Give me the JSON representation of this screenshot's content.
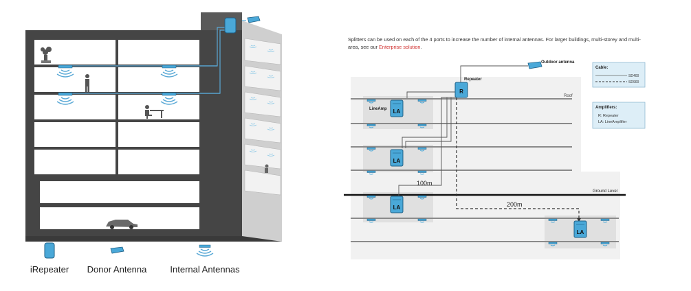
{
  "colors": {
    "device_blue": "#4aa8d8",
    "device_stroke": "#1d5f86",
    "cable_blue": "#5aa9d6",
    "building_dark": "#454545",
    "building_light": "#cfcfcf",
    "floor_line": "#8a8a8a",
    "link": "#d0302f"
  },
  "left_diagram": {
    "legend": {
      "repeater": "iRepeater",
      "donor": "Donor Antenna",
      "internal": "Internal Antennas"
    },
    "icons": {
      "repeater": "repeater-box-icon",
      "donor": "donor-antenna-icon",
      "internal": "internal-antenna-icon",
      "plant": "plant-icon",
      "person_standing": "person-standing-icon",
      "person_seated": "person-at-desk-icon",
      "car": "car-icon"
    }
  },
  "right_diagram": {
    "intro_text": "Splitters can be used on each of the 4 ports to increase the number of internal antennas. For larger buildings, multi-storey and multi-area, see our ",
    "intro_link": "Enterprise solution",
    "intro_end": ".",
    "labels": {
      "outdoor_antenna": "Outdoor antenna",
      "repeater": "Repeater",
      "repeater_letter": "R",
      "roof": "Roof",
      "lineamp": "LineAmp",
      "la": "LA",
      "ground_level": "Ground Level",
      "distance_100": "100m",
      "distance_200": "200m"
    },
    "cable_legend": {
      "title": "Cable:",
      "solid": "SD400",
      "dashed": "SD900"
    },
    "amplifiers_legend": {
      "title": "Amplifiers:",
      "r": "R: Repeater",
      "la": "LA: LineAmplifier"
    }
  }
}
